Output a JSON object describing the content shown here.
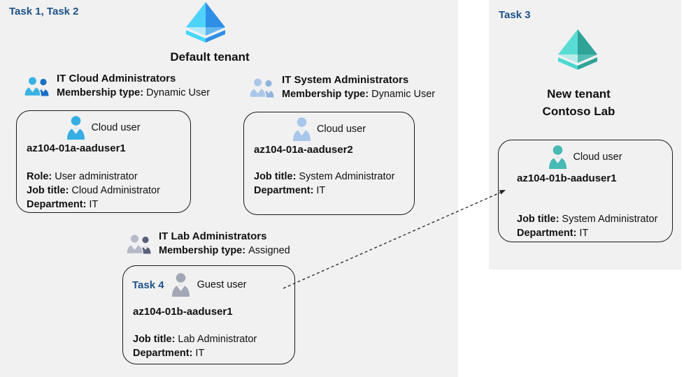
{
  "tasks": {
    "task12": "Task 1, Task 2",
    "task3": "Task 3",
    "task4": "Task 4"
  },
  "tenants": {
    "default": {
      "title": "Default tenant"
    },
    "new": {
      "line1": "New tenant",
      "line2": "Contoso Lab"
    }
  },
  "groups": [
    {
      "name": "IT Cloud Administrators",
      "membership_label": "Membership type:",
      "membership_value": "Dynamic User"
    },
    {
      "name": "IT System Administrators",
      "membership_label": "Membership type:",
      "membership_value": "Dynamic User"
    },
    {
      "name": "IT Lab Administrators",
      "membership_label": "Membership type:",
      "membership_value": "Assigned"
    }
  ],
  "users": [
    {
      "type": "Cloud user",
      "name": "az104-01a-aaduser1",
      "details": [
        {
          "label": "Role:",
          "value": "User administrator"
        },
        {
          "label": "Job title:",
          "value": "Cloud Administrator"
        },
        {
          "label": "Department:",
          "value": "IT"
        }
      ]
    },
    {
      "type": "Cloud user",
      "name": "az104-01a-aaduser2",
      "details": [
        {
          "label": "Job title:",
          "value": "System Administrator"
        },
        {
          "label": "Department:",
          "value": "IT"
        }
      ]
    },
    {
      "type": "Guest user",
      "name": "az104-01b-aaduser1",
      "task": "Task 4",
      "details": [
        {
          "label": "Job title:",
          "value": "Lab Administrator"
        },
        {
          "label": "Department:",
          "value": "IT"
        }
      ]
    },
    {
      "type": "Cloud user",
      "name": "az104-01b-aaduser1",
      "details": [
        {
          "label": "Job title:",
          "value": "System Administrator"
        },
        {
          "label": "Department:",
          "value": "IT"
        }
      ]
    }
  ],
  "icons": {
    "tenant_blue": "azure-ad-tenant-icon",
    "tenant_teal": "azure-ad-tenant-icon",
    "group": "users-group-icon",
    "cloud_user": "person-icon",
    "guest_user": "person-icon",
    "arrow": "dashed-arrow"
  },
  "colors": {
    "region_fill": "#f1f1f2",
    "task_label_blue": "#1d5286",
    "text": "#111111",
    "box_border": "#1a1a1a",
    "tenant_blue_light": "#4fd2f9",
    "tenant_blue_dark": "#2f8fe6",
    "tenant_blue_pale": "#b4e9fb",
    "tenant_blue_mid": "#63b5ee",
    "tenant_teal_light": "#58dcd4",
    "tenant_teal_dark": "#2fa398",
    "tenant_teal_pale": "#b9ece8",
    "tenant_teal_mid": "#52bdb4",
    "group1_front": "#38b1e3",
    "group1_back": "#1a6fc4",
    "group2_front": "#abc8ea",
    "group2_back": "#8fb3dd",
    "group3_front": "#b6b9c7",
    "group3_back": "#5b5f79",
    "user1": "#35aee4",
    "user2": "#a9c7ea",
    "user3": "#a3a7b5",
    "user4": "#47bab4",
    "arrow": "#222222"
  }
}
